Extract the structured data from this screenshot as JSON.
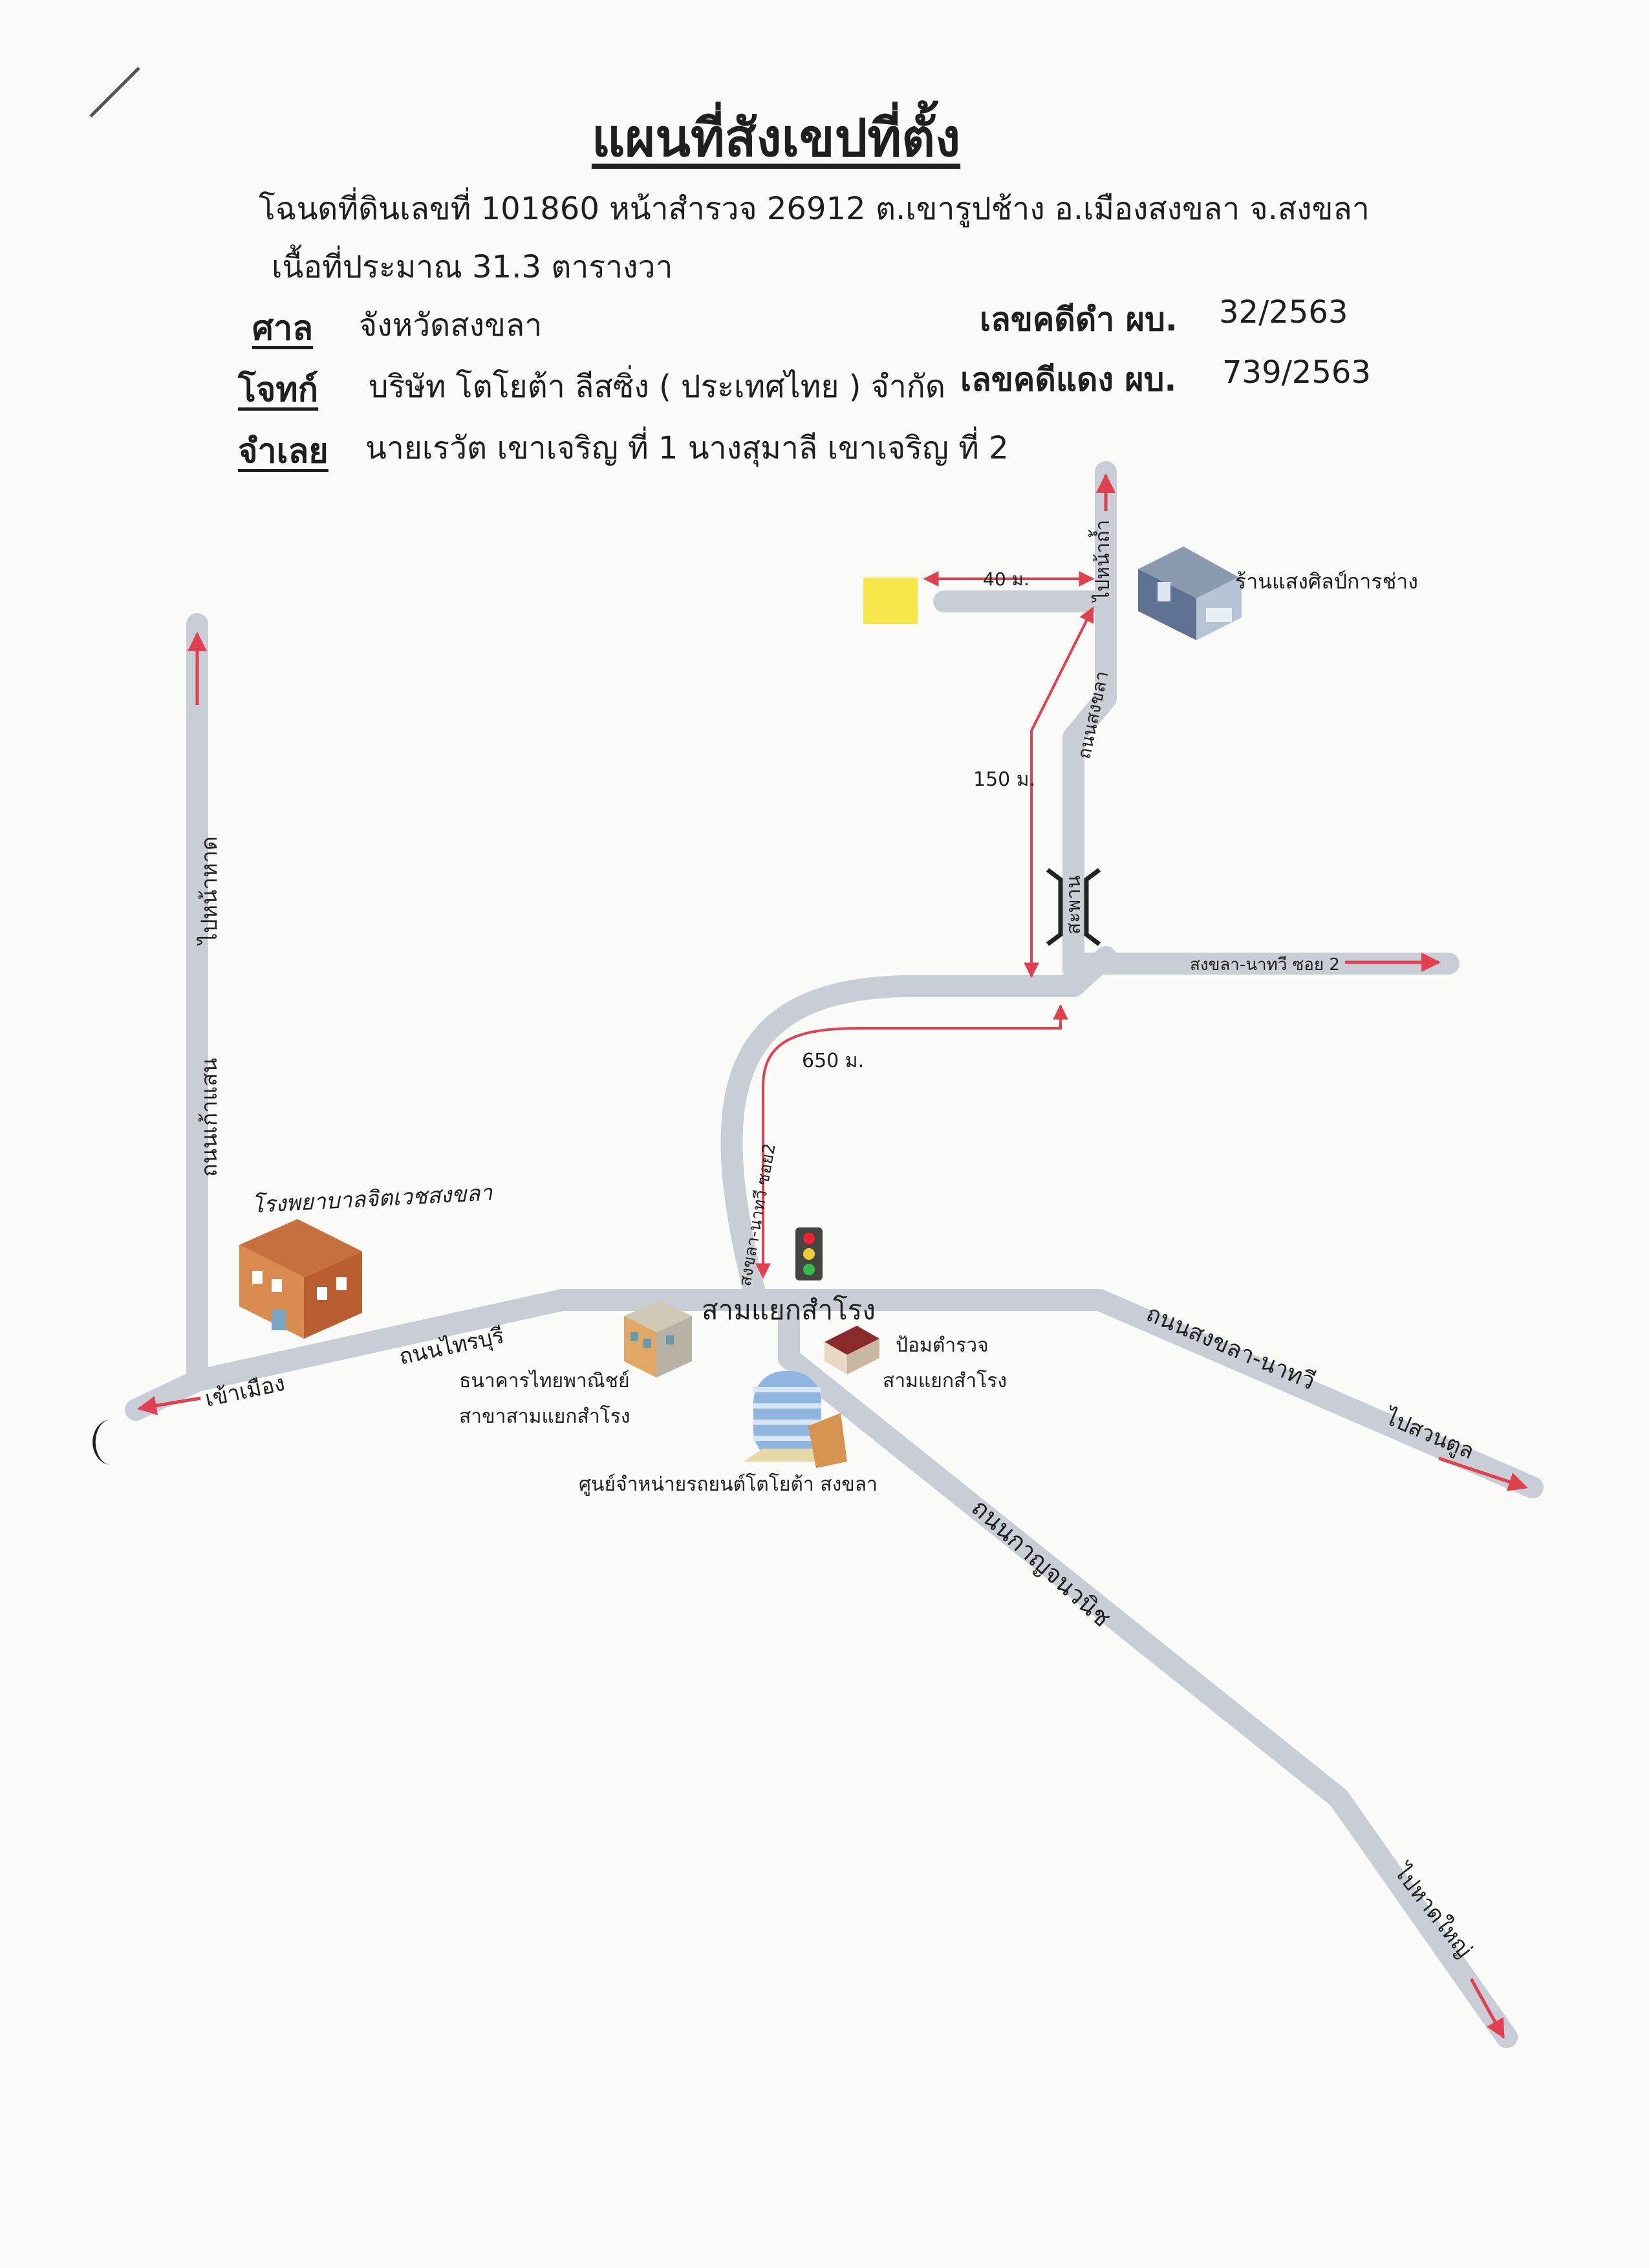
{
  "header": {
    "title": "แผนที่สังเขปที่ตั้ง",
    "deed_line": "โฉนดที่ดินเลขที่ 101860 หน้าสำรวจ 26912  ต.เขารูปช้าง  อ.เมืองสงขลา  จ.สงขลา",
    "area_line": "เนื้อที่ประมาณ 31.3  ตารางวา",
    "court_label": "ศาล",
    "court_value": "จังหวัดสงขลา",
    "black_case_label": "เลขคดีดำ ผบ.",
    "black_case_value": "32/2563",
    "plaintiff_label": "โจทก์",
    "plaintiff_value": "บริษัท โตโยต้า ลีสซิ่ง ( ประเทศไทย ) จำกัด",
    "red_case_label": "เลขคดีแดง ผบ.",
    "red_case_value": "739/2563",
    "defendant_label": "จำเลย",
    "defendant_value": "นายเรวัต       เขาเจริญ ที่ 1 นางสุมาลี      เขาเจริญ ที่ 2"
  },
  "map": {
    "road_color": "#c9cdd6",
    "arrow_color": "#e04050",
    "target_color": "#f7e64a",
    "labels": {
      "to_nakhon_sri": "ไปหน้าถ้ำ",
      "road_songkhla": "ถนนสงขลา",
      "shop": "ร้านแสงศิลป์การช่าง",
      "dist_40": "40 ม.",
      "dist_150": "150 ม.",
      "bridge": "สะพาน",
      "soi2_east": "สงขลา-นาทวี ซอย 2",
      "dist_650": "650 ม.",
      "soi2_curve": "สงขลา-นาทวี ซอย2",
      "to_hat": "ไปหน้าหาด",
      "road_kaoseng": "ถนนเก้าแสน",
      "hospital": "โรงพยาบาลจิตเวชสงขลา",
      "junction": "สามแยกสำโรง",
      "road_traiburi": "ถนนไทรบุรี",
      "to_city": "เข้าเมือง",
      "bank": "ธนาคารไทยพาณิชย์",
      "bank_branch": "สาขาสามแยกสำโรง",
      "police": "ป้อมตำรวจ",
      "police_place": "สามแยกสำโรง",
      "toyota": "ศูนย์จำหน่ายรถยนต์โตโยต้า สงขลา",
      "road_natawi": "ถนนสงขลา-นาทวี",
      "to_suantun": "ไปสวนตูล",
      "road_kanchanawanit": "ถนนกาญจนวนิช",
      "to_hatyai": "ไปหาดใหญ่"
    }
  }
}
